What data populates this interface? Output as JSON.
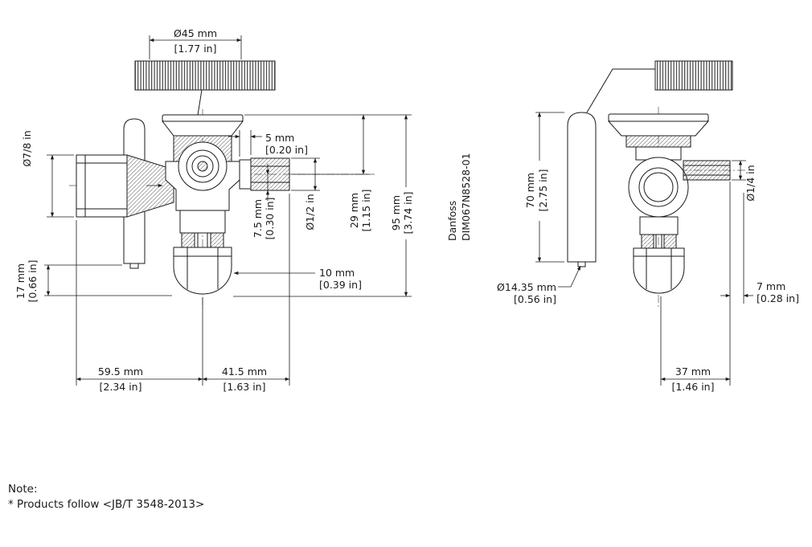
{
  "meta": {
    "brand": "Danfoss",
    "doc_number": "DIM067N8528-01"
  },
  "note": {
    "title": "Note:",
    "body": "* Products follow <JB/T 3548-2013>"
  },
  "front_view": {
    "dims": {
      "coil_dia_mm": "Ø45 mm",
      "coil_dia_in": "[1.77 in]",
      "inlet_dia": "Ø7/8 in",
      "gap_mm": "5 mm",
      "gap_in": "[0.20 in]",
      "offset_mm": "7.5 mm",
      "offset_in": "[0.30 in]",
      "outlet_dia": "Ø1/2 in",
      "height29_mm": "29 mm",
      "height29_in": "[1.15 in]",
      "height95_mm": "95 mm",
      "height95_in": "[3.74 in]",
      "d17_mm": "17 mm",
      "d17_in": "[0.66 in]",
      "d10_mm": "10 mm",
      "d10_in": "[0.39 in]",
      "len595_mm": "59.5 mm",
      "len595_in": "[2.34 in]",
      "len415_mm": "41.5 mm",
      "len415_in": "[1.63 in]"
    }
  },
  "side_view": {
    "dims": {
      "bulb_len_mm": "70 mm",
      "bulb_len_in": "[2.75 in]",
      "bulb_dia_mm": "Ø14.35 mm",
      "bulb_dia_in": "[0.56 in]",
      "eq_dia": "Ø1/4 in",
      "d7_mm": "7 mm",
      "d7_in": "[0.28 in]",
      "d37_mm": "37 mm",
      "d37_in": "[1.46 in]"
    }
  }
}
